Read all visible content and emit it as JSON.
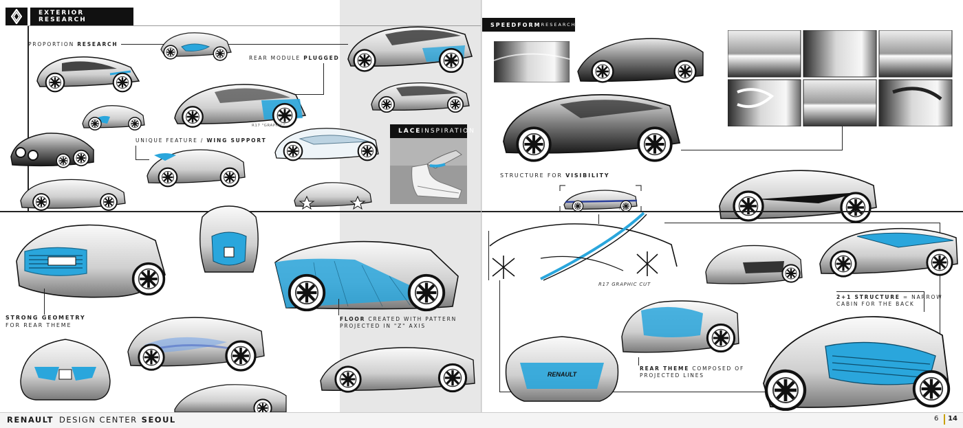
{
  "left_page": {
    "section_title": "EXTERIOR RESEARCH",
    "proportion": {
      "prefix": "PROPORTION ",
      "bold": "RESEARCH"
    },
    "rear_module": {
      "prefix": "REAR MODULE ",
      "bold": "PLUGGED"
    },
    "unique_feature": {
      "prefix": "UNIQUE FEATURE / ",
      "bold": "WING SUPPORT"
    },
    "lace": {
      "bold": "LACE",
      "suffix": " INSPIRATION"
    },
    "strong_geometry": {
      "bold": "STRONG GEOMETRY",
      "line2": "FOR REAR THEME"
    },
    "floor": {
      "bold": "FLOOR",
      "suffix": " CREATED WITH PATTERN",
      "line2": "PROJECTED IN \"Z\" AXIS"
    },
    "sketch_note": "R17 \"GRAPHIC\""
  },
  "right_page": {
    "section_title": {
      "bold": "SPEEDFORM",
      "suffix": " RESEARCH"
    },
    "structure": {
      "prefix": "STRUCTURE FOR ",
      "bold": "VISIBILITY"
    },
    "graphic_cut": "R17 GRAPHIC CUT",
    "structure_21": {
      "bold": "2+1 STRUCTURE",
      "suffix": " = NARROW",
      "line2": "CABIN FOR THE BACK"
    },
    "rear_theme": {
      "bold": "REAR THEME",
      "suffix": " COMPOSED OF",
      "line2": "PROJECTED LINES"
    },
    "car_badge": "RENAULT",
    "sticker": "R17"
  },
  "footer": {
    "brand": "RENAULT",
    "middle": "DESIGN CENTER",
    "city": "SEOUL",
    "page_left": "6",
    "page_right": "14"
  },
  "colors": {
    "accent_blue": "#2aa6dc",
    "ink": "#1a1a1a",
    "label_bg": "#111111",
    "grey_band": "#e7e7e7"
  }
}
